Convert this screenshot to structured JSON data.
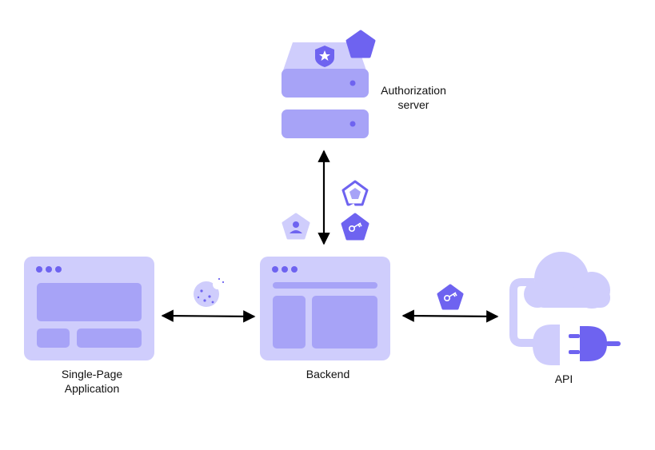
{
  "colors": {
    "light": "#cfcdfc",
    "mid": "#a7a3f7",
    "dark": "#6e63f0",
    "arrow": "#000000"
  },
  "nodes": {
    "authorization_server": {
      "line1": "Authorization",
      "line2": "server"
    },
    "spa": {
      "line1": "Single-Page",
      "line2": "Application"
    },
    "backend": {
      "label": "Backend"
    },
    "api": {
      "label": "API"
    }
  },
  "icons": [
    "auth0-shield-icon",
    "pentagon-badge-icon",
    "cookie-icon",
    "user-token-icon",
    "access-token-key-icon",
    "refresh-token-icon",
    "cloud-icon",
    "plug-icon"
  ]
}
